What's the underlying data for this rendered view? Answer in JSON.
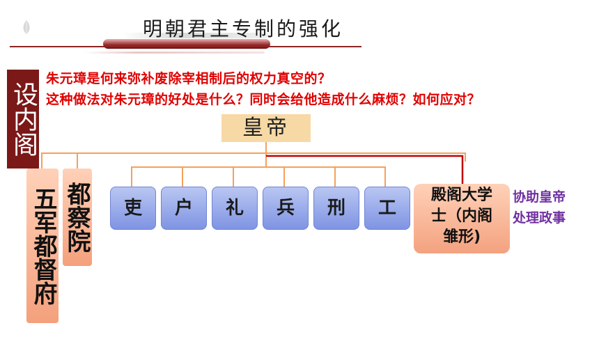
{
  "header": {
    "title": "明朝君主专制的强化"
  },
  "side_tag": {
    "text": "设内阁"
  },
  "questions": {
    "line1": "朱元璋是何来弥补废除宰相制后的权力真空的？",
    "line2": "这种做法对朱元璋的好处是什么？同时会给他造成什么麻烦？如何应对？"
  },
  "diagram": {
    "top": "皇帝",
    "ministries": [
      "吏",
      "户",
      "礼",
      "兵",
      "刑",
      "工"
    ],
    "military": "五军都督府",
    "censorate": "都察院",
    "grand_secretary": {
      "line1": "殿阁大学",
      "line2": "士（内阁",
      "line3": "雏形)"
    },
    "note": {
      "line1": "协助皇帝",
      "line2": "处理政事"
    },
    "colors": {
      "connector_orange": "#f5a15a",
      "connector_red": "#c00000",
      "ministry_fill": "#9aabec",
      "orange_fill": "#f6b493",
      "emperor_fill": "#f7d9a6",
      "tag_fill": "#7b1818",
      "question_red": "#e00000",
      "note_purple": "#7030a0"
    }
  }
}
